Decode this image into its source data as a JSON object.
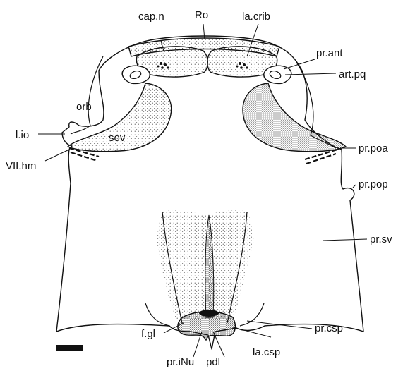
{
  "labels": {
    "cap_n": "cap.n",
    "ro": "Ro",
    "la_crib": "la.crib",
    "pr_ant": "pr.ant",
    "art_pq": "art.pq",
    "orb": "orb",
    "l_io": "l.io",
    "sov": "sov",
    "vii_hm": "VII.hm",
    "pr_poa": "pr.poa",
    "pr_pop": "pr.pop",
    "pr_sv": "pr.sv",
    "f_gl": "f.gl",
    "pr_csp": "pr.csp",
    "pr_inu": "pr.iNu",
    "pdl": "pdl",
    "la_csp": "la.csp"
  },
  "colors": {
    "ink": "#111111",
    "paper": "#ffffff"
  }
}
